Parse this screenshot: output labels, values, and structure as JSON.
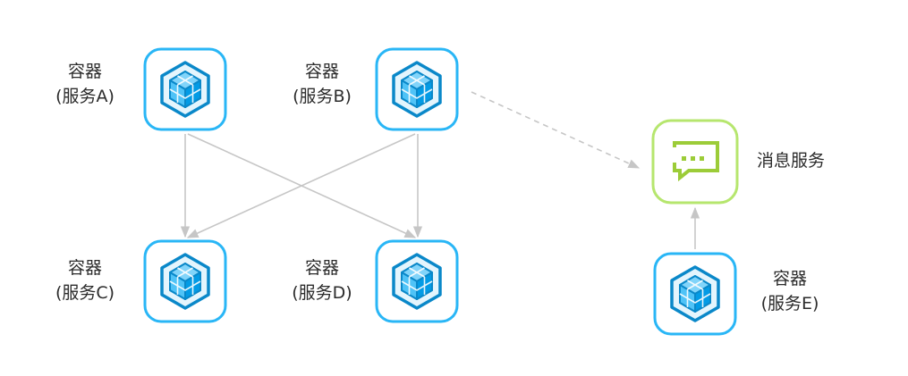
{
  "nodes": {
    "a": {
      "line1": "容器",
      "line2": "(服务A)"
    },
    "b": {
      "line1": "容器",
      "line2": "(服务B)"
    },
    "c": {
      "line1": "容器",
      "line2": "(服务C)"
    },
    "d": {
      "line1": "容器",
      "line2": "(服务D)"
    },
    "e": {
      "line1": "容器",
      "line2": "(服务E)"
    },
    "msg": {
      "label": "消息服务"
    }
  },
  "icons": {
    "container": "container-cube-icon",
    "message": "message-chat-icon"
  },
  "colors": {
    "container_stroke": "#29b6f6",
    "cube_fill": "#4fc3f7",
    "cube_outline": "#0a88c9",
    "message_stroke": "#b6e66e",
    "message_glyph": "#9ccc38",
    "edge": "#c6c6c6"
  },
  "edges": [
    {
      "from": "a",
      "to": "c",
      "style": "solid"
    },
    {
      "from": "a",
      "to": "d",
      "style": "solid"
    },
    {
      "from": "b",
      "to": "c",
      "style": "solid"
    },
    {
      "from": "b",
      "to": "d",
      "style": "solid"
    },
    {
      "from": "b",
      "to": "msg",
      "style": "dashed"
    },
    {
      "from": "e",
      "to": "msg",
      "style": "solid"
    }
  ]
}
